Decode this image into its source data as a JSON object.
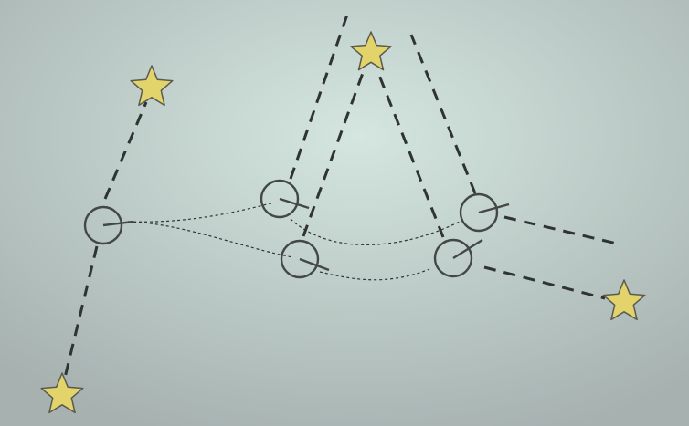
{
  "colors": {
    "background_center": "#d4e6df",
    "background_edge": "#a6b1b0",
    "line": "#2f3334",
    "circle_stroke": "#434748",
    "star_fill": "#e2d36b",
    "star_stroke": "#5a5a4f"
  },
  "diagram": {
    "stars": [
      {
        "name": "star-top-left-icon"
      },
      {
        "name": "star-top-center-icon"
      },
      {
        "name": "star-bottom-left-icon"
      },
      {
        "name": "star-right-icon"
      }
    ],
    "observers": [
      {
        "name": "observer-left"
      },
      {
        "name": "observer-upper-middle"
      },
      {
        "name": "observer-lower-middle"
      },
      {
        "name": "observer-upper-right"
      },
      {
        "name": "observer-lower-right"
      }
    ]
  }
}
